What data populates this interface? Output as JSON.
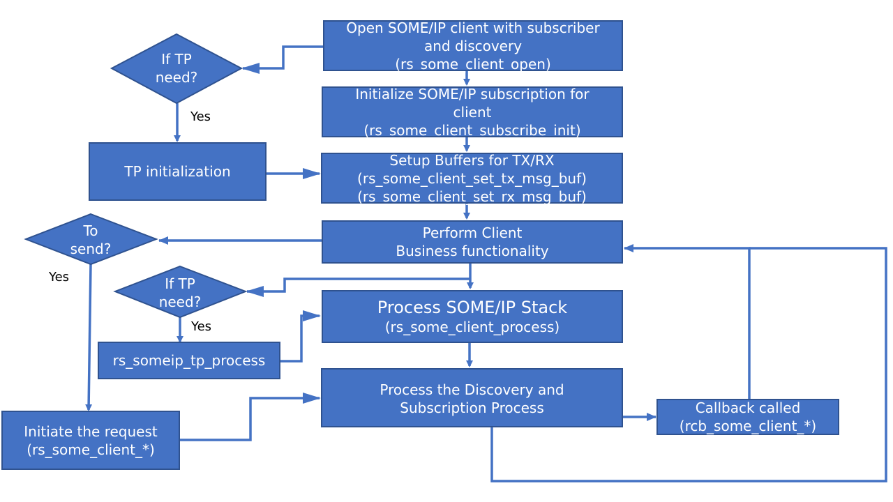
{
  "colors": {
    "box_fill": "#4472c4",
    "box_border": "#2f528f",
    "arrow": "#4472c4",
    "text_on_box": "#ffffff",
    "text_label": "#000000"
  },
  "process_boxes": {
    "open_client": [
      "Open SOME/IP client with subscriber",
      "and discovery",
      "(rs_some_client_open)"
    ],
    "subscribe_init": [
      "Initialize SOME/IP subscription for",
      "client",
      "(rs_some_client_subscribe_init)"
    ],
    "setup_buffers": [
      "Setup Buffers for TX/RX",
      "(rs_some_client_set_tx_msg_buf)",
      "(rs_some_client_set_rx_msg_buf)"
    ],
    "business": [
      "Perform Client",
      "Business functionality"
    ],
    "process_stack": [
      "Process SOME/IP Stack",
      "(rs_some_client_process)"
    ],
    "discovery": [
      "Process the Discovery and",
      "Subscription Process"
    ],
    "callback": [
      "Callback called",
      "(rcb_some_client_*)"
    ],
    "tp_init": [
      "TP initialization"
    ],
    "tp_process": [
      "rs_someip_tp_process"
    ],
    "initiate_request": [
      "Initiate the request",
      "(rs_some_client_*)"
    ]
  },
  "decisions": {
    "tp_need_top": [
      "If TP",
      "need?"
    ],
    "to_send": [
      "To",
      "send?"
    ],
    "tp_need_mid": [
      "If TP",
      "need?"
    ]
  },
  "edge_labels": {
    "yes_tp_top": "Yes",
    "yes_send": "Yes",
    "yes_tp_mid": "Yes"
  }
}
